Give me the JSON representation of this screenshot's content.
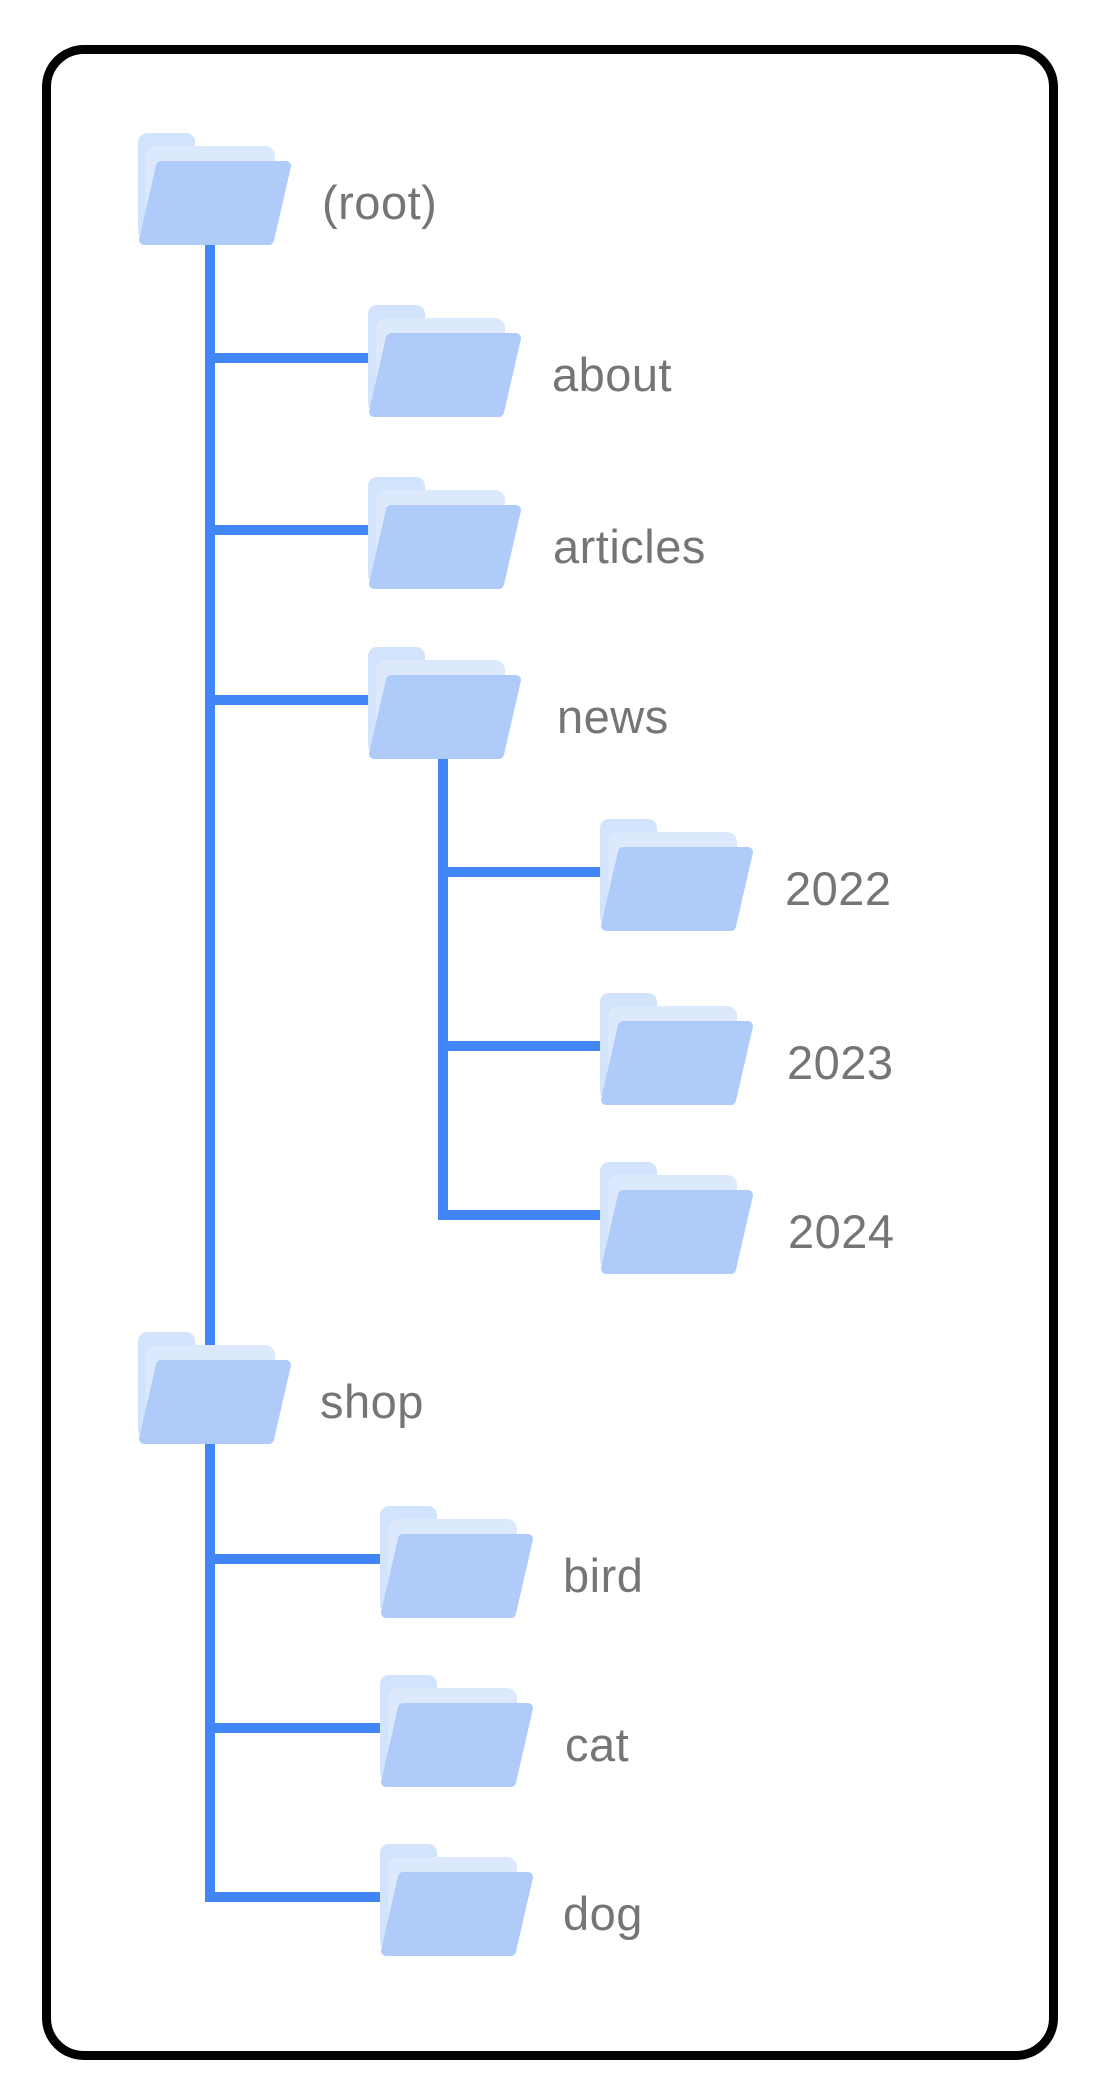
{
  "diagram": {
    "type": "folder-tree",
    "tree": {
      "label": "(root)",
      "children": [
        {
          "label": "about",
          "children": []
        },
        {
          "label": "articles",
          "children": []
        },
        {
          "label": "news",
          "children": [
            {
              "label": "2022",
              "children": []
            },
            {
              "label": "2023",
              "children": []
            },
            {
              "label": "2024",
              "children": []
            }
          ]
        },
        {
          "label": "shop",
          "children": [
            {
              "label": "bird",
              "children": []
            },
            {
              "label": "cat",
              "children": []
            },
            {
              "label": "dog",
              "children": []
            }
          ]
        }
      ]
    }
  },
  "icons": {
    "folder": "folder-icon"
  },
  "colors": {
    "line": "#4285f4",
    "folder_back": "#d2e3fc",
    "folder_sheet": "#dce9fd",
    "folder_front": "#aecbfa",
    "label": "#757575",
    "frame": "#000000",
    "bg": "#ffffff"
  }
}
